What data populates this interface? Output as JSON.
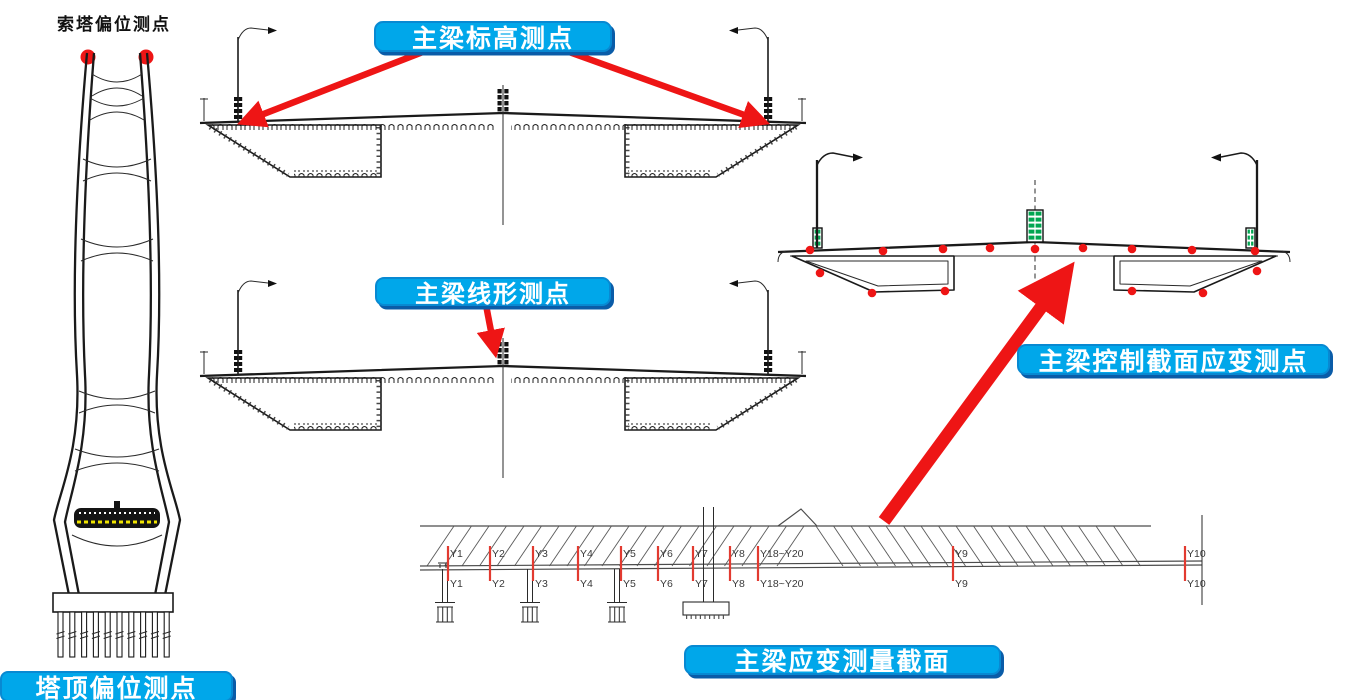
{
  "tower": {
    "title": "索塔偏位测点",
    "banner": "塔顶偏位测点"
  },
  "banners": {
    "deck_elevation": "主梁标高测点",
    "deck_alignment": "主梁线形测点",
    "strain_control": "主梁控制截面应变测点",
    "strain_section": "主梁应变测量截面"
  },
  "elevation": {
    "markers": [
      "Y1",
      "Y2",
      "Y3",
      "Y4",
      "Y5",
      "Y6",
      "Y7",
      "Y8",
      "Y18~Y20",
      "Y9",
      "Y10"
    ]
  },
  "colors": {
    "banner": "#00a7ea",
    "banner_shadow": "#0a5ca8",
    "accent_red": "#ee1515",
    "barrier_green": "#00a651",
    "deck_yellow": "#f0e400",
    "line": "#1a1a1a"
  }
}
